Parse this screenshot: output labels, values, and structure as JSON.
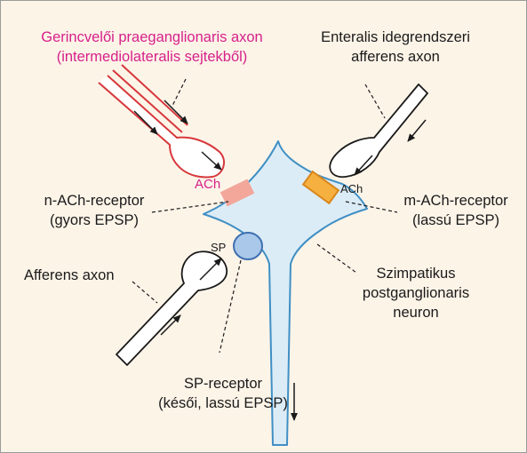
{
  "labels": {
    "preganglionic_line1": "Gerincvelői praeganglionaris axon",
    "preganglionic_line2": "(intermediolateralis sejtekből)",
    "enteric_line1": "Enteralis idegrendszeri",
    "enteric_line2": "afferens axon",
    "nach_line1": "n-ACh-receptor",
    "nach_line2": "(gyors EPSP)",
    "mach_line1": "m-ACh-receptor",
    "mach_line2": "(lassú EPSP)",
    "afferent_axon": "Afferens axon",
    "sympathetic_line1": "Szimpatikus",
    "sympathetic_line2": "postganglionaris",
    "sympathetic_line3": "neuron",
    "sp_receptor_line1": "SP-receptor",
    "sp_receptor_line2": "(késői, lassú EPSP)",
    "ach_left": "ACh",
    "ach_right": "ACh",
    "sp": "SP"
  },
  "colors": {
    "background": "#fdf4e8",
    "neuron_fill": "#dcecf6",
    "neuron_stroke": "#3f8fc4",
    "preganglionic_stroke": "#d7383c",
    "nach_receptor": "#f2a79a",
    "mach_receptor_fill": "#f6b040",
    "mach_receptor_stroke": "#d9861a",
    "sp_receptor_fill": "#a9c8ea",
    "sp_receptor_stroke": "#3f6fb0",
    "label_magenta": "#d6218a"
  }
}
